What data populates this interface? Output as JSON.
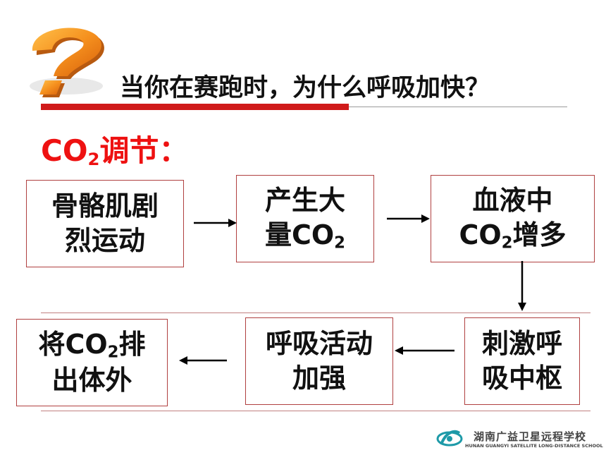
{
  "slide": {
    "title": "当你在赛跑时，为什么呼吸加快？",
    "subtitle_prefix": "CO",
    "subtitle_sub": "2",
    "subtitle_suffix": "调节："
  },
  "boxes": {
    "muscle": {
      "line1": "骨骼肌剧",
      "line2": "烈运动"
    },
    "produce": {
      "line1": "产生大",
      "line2_text": "量CO",
      "line2_sub": "2"
    },
    "blood": {
      "line1": "血液中",
      "line2_pre": "CO",
      "line2_sub": "2",
      "line2_post": "增多"
    },
    "stimulate": {
      "line1": "刺激呼",
      "line2": "吸中枢"
    },
    "breathing": {
      "line1": "呼吸活动",
      "line2": "加强"
    },
    "exhale": {
      "line1_pre": "将CO",
      "line1_sub": "2",
      "line1_post": "排",
      "line2": "出体外"
    }
  },
  "logo": {
    "name": "湖南广益卫星远程学校",
    "english": "HUNAN GUANGYI SATELLITE LONG-DISTANCE SCHOOL"
  },
  "colors": {
    "accent_red": "#d01a1a",
    "subtitle_red": "#ee1111",
    "question_mark_orange": "#f28a1c",
    "box_border": "#b04040",
    "logo_teal": "#1e9aa8"
  },
  "icons": {
    "question": "question-mark-3d-icon",
    "logo": "school-logo-icon"
  }
}
